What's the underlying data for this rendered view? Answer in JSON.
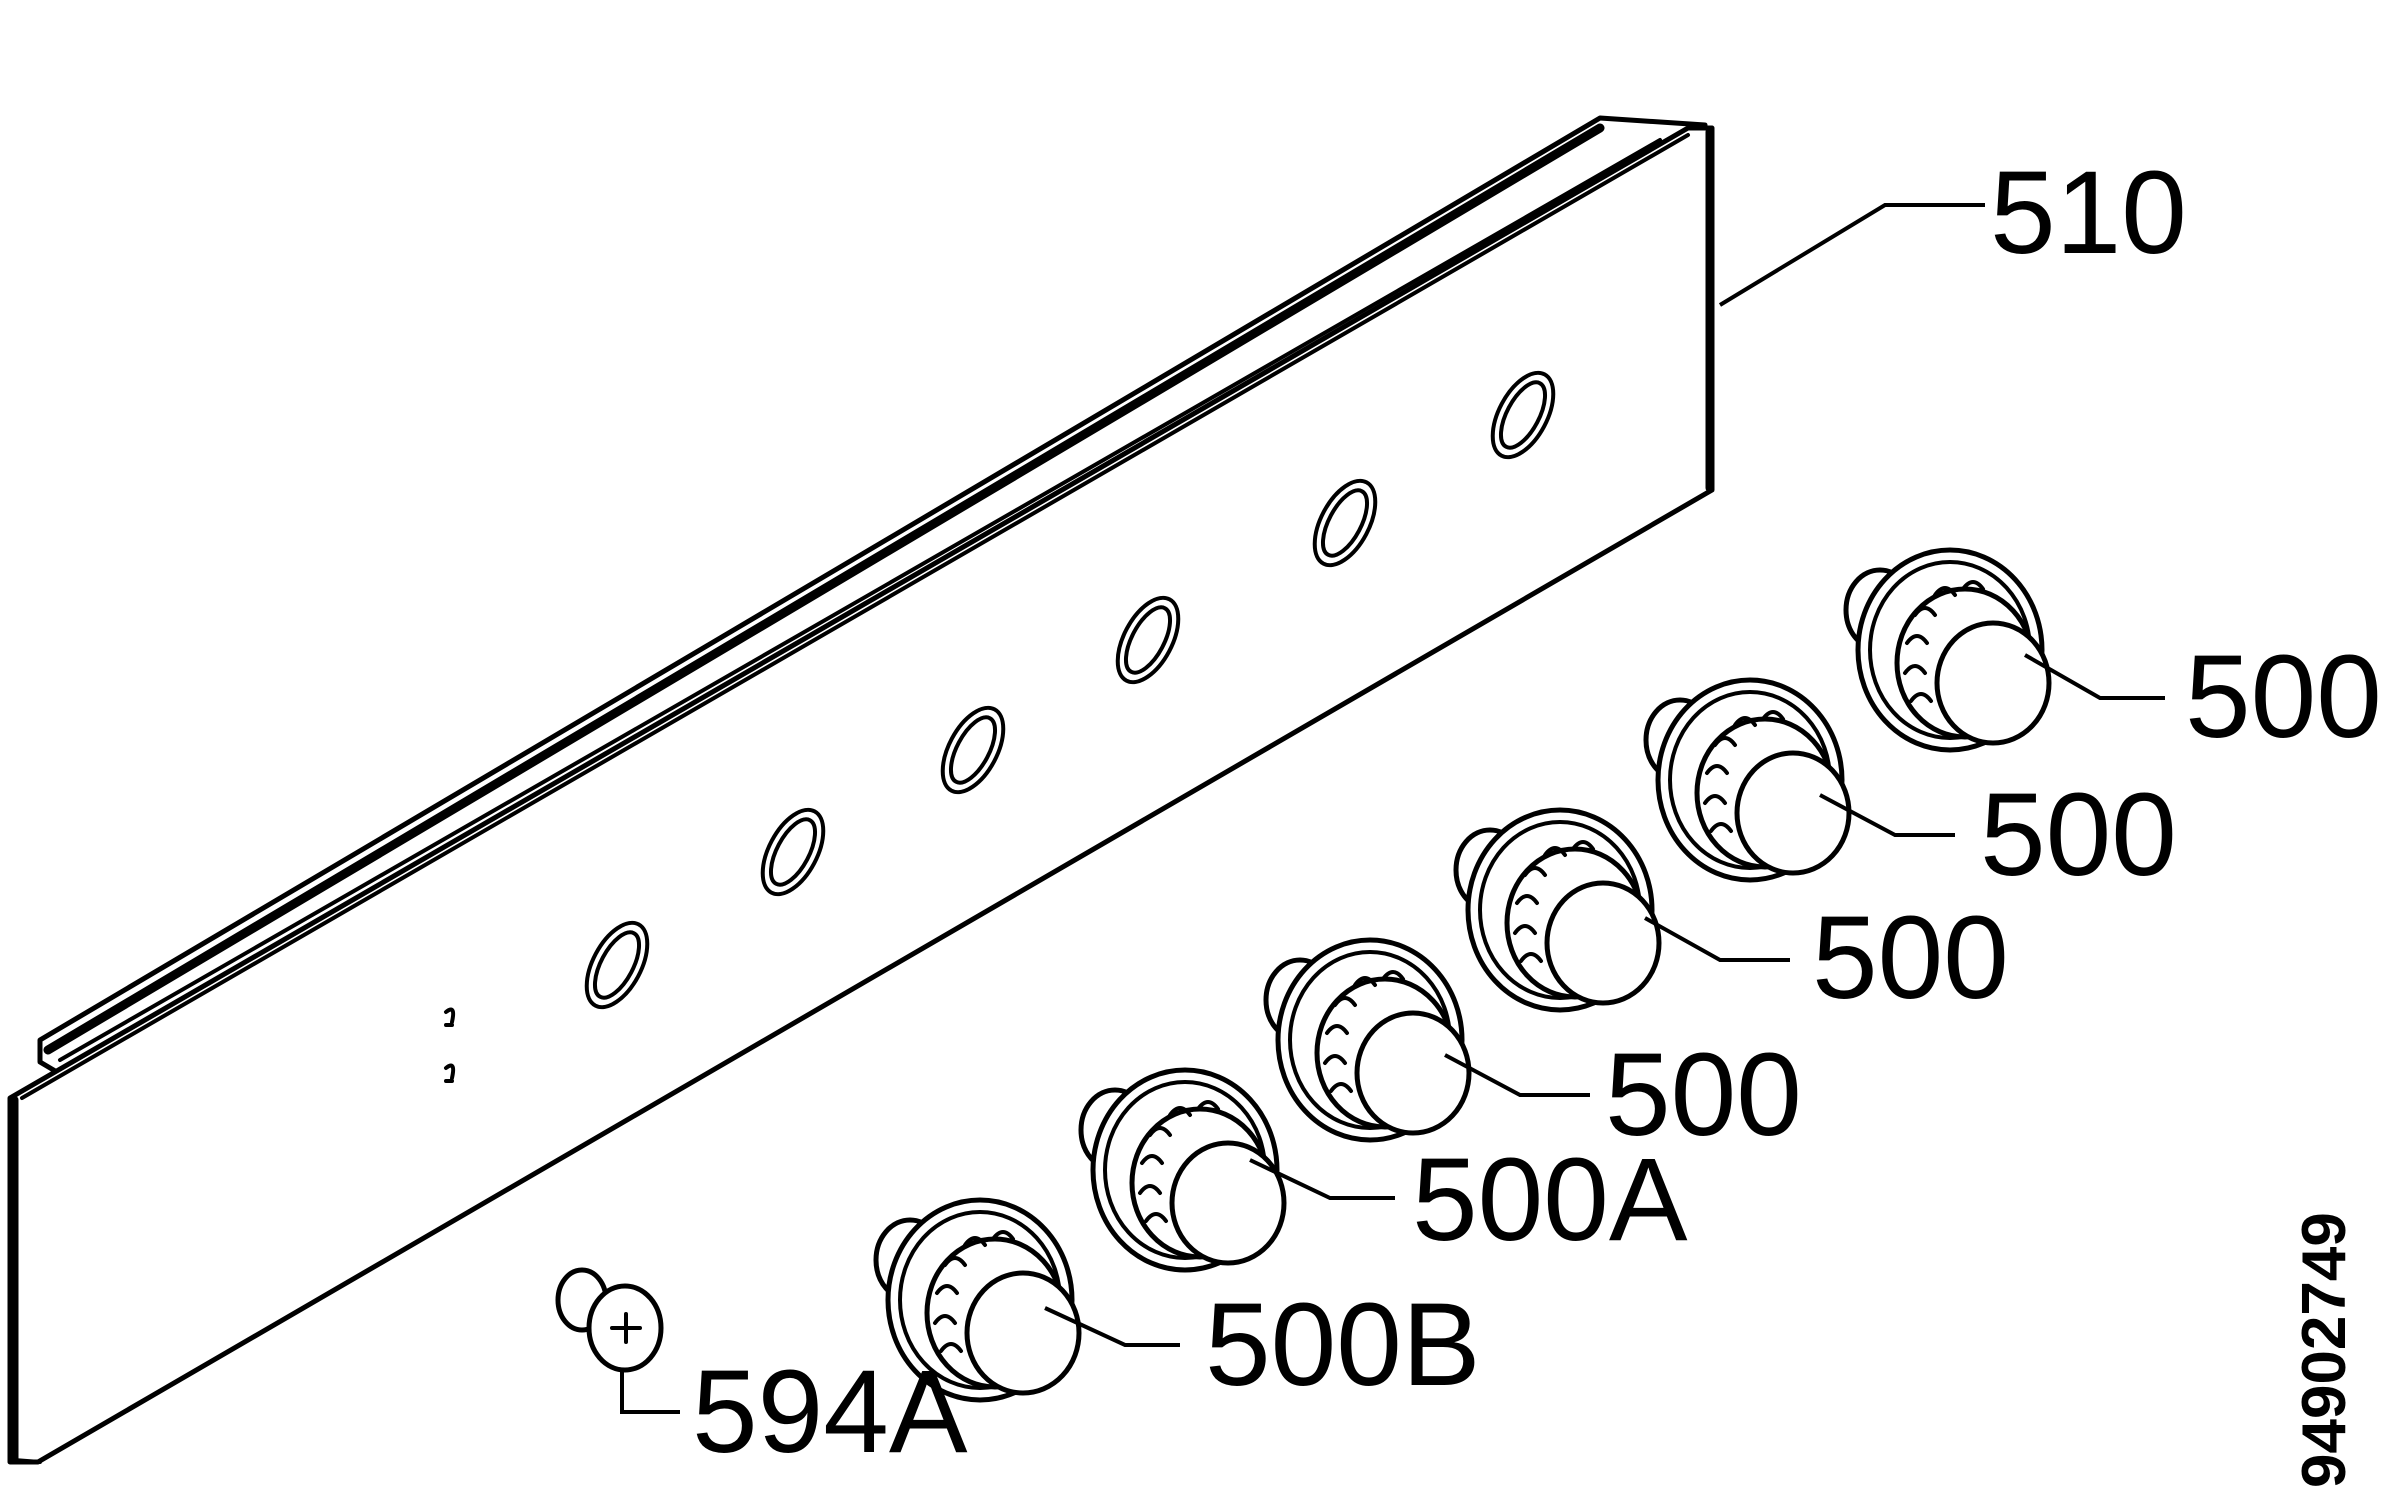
{
  "labels": {
    "panel": "510",
    "knob_1": "500",
    "knob_2": "500",
    "knob_3": "500",
    "knob_4": "500",
    "knob_5": "500A",
    "knob_6": "500B",
    "screw": "594A"
  },
  "drawing_number": "94902749",
  "colors": {
    "line": "#000000",
    "background": "#ffffff"
  }
}
